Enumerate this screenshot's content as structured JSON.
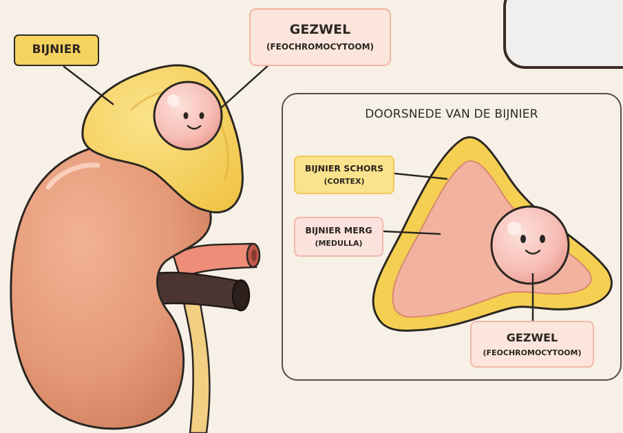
{
  "labels": {
    "adrenal": "BIJNIER",
    "tumor_main": {
      "title": "GEZWEL",
      "subtitle": "(FEOCHROMOCYTOOM)"
    },
    "inset_title": "DOORSNEDE VAN DE BIJNIER",
    "cortex": {
      "title": "BIJNIER SCHORS",
      "subtitle": "(CORTEX)"
    },
    "medulla": {
      "title": "BIJNIER MERG",
      "subtitle": "(MEDULLA)"
    },
    "tumor_inset": {
      "title": "GEZWEL",
      "subtitle": "(FEOCHROMOCYTOOM)"
    }
  },
  "colors": {
    "background": "#f6f0e6",
    "kidney": "#e59a78",
    "adrenal_cortex": "#f4cf52",
    "medulla": "#f1b3a0",
    "tumor": "#f6bcb4",
    "artery": "#ee8d78",
    "vein": "#4a3530",
    "ureter": "#f1cf83",
    "outline": "#2b2622"
  }
}
